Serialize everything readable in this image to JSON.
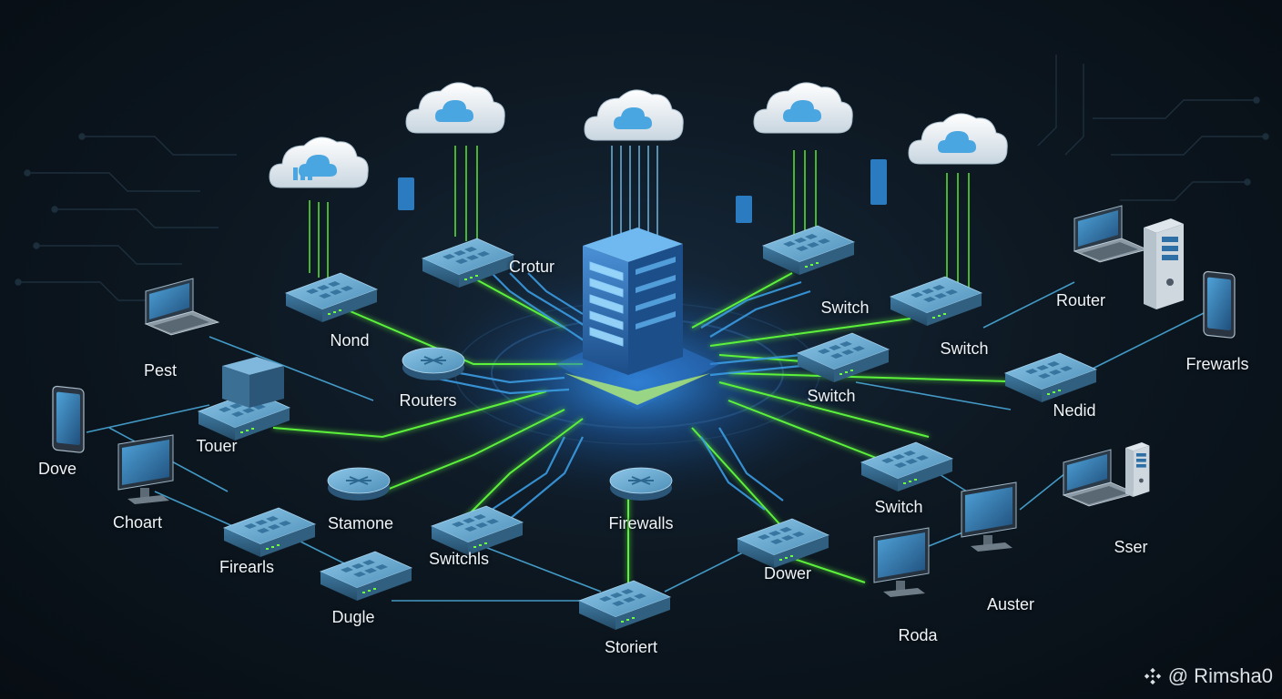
{
  "labels": {
    "crotur": "Crotur",
    "nond": "Nond",
    "routers": "Routers",
    "pest": "Pest",
    "touer": "Touer",
    "dove": "Dove",
    "choart": "Choart",
    "stamone": "Stamone",
    "firearls": "Firearls",
    "switchls": "Switchls",
    "dugle": "Dugle",
    "firewalls": "Firewalls",
    "storiert": "Storiert",
    "dower": "Dower",
    "switch_top": "Switch",
    "switch_right": "Switch",
    "switch_mid": "Switch",
    "switch_low": "Switch",
    "router": "Router",
    "frewarls": "Frewarls",
    "nedid": "Nedid",
    "roda": "Roda",
    "auster": "Auster",
    "sser": "Sser"
  },
  "watermark": "@ Rimsha0",
  "colors": {
    "background": "#0b141c",
    "link_green": "#5cf13a",
    "link_blue": "#4aa8d8",
    "device_blue": "#6fb3dc",
    "cloud": "#e8eef3",
    "glow": "#2e8fff"
  },
  "icons": [
    "cloud-icon",
    "server-tower-icon",
    "switch-icon",
    "router-icon",
    "laptop-icon",
    "monitor-icon",
    "tablet-icon",
    "desktop-tower-icon",
    "watermark-logo-icon"
  ]
}
